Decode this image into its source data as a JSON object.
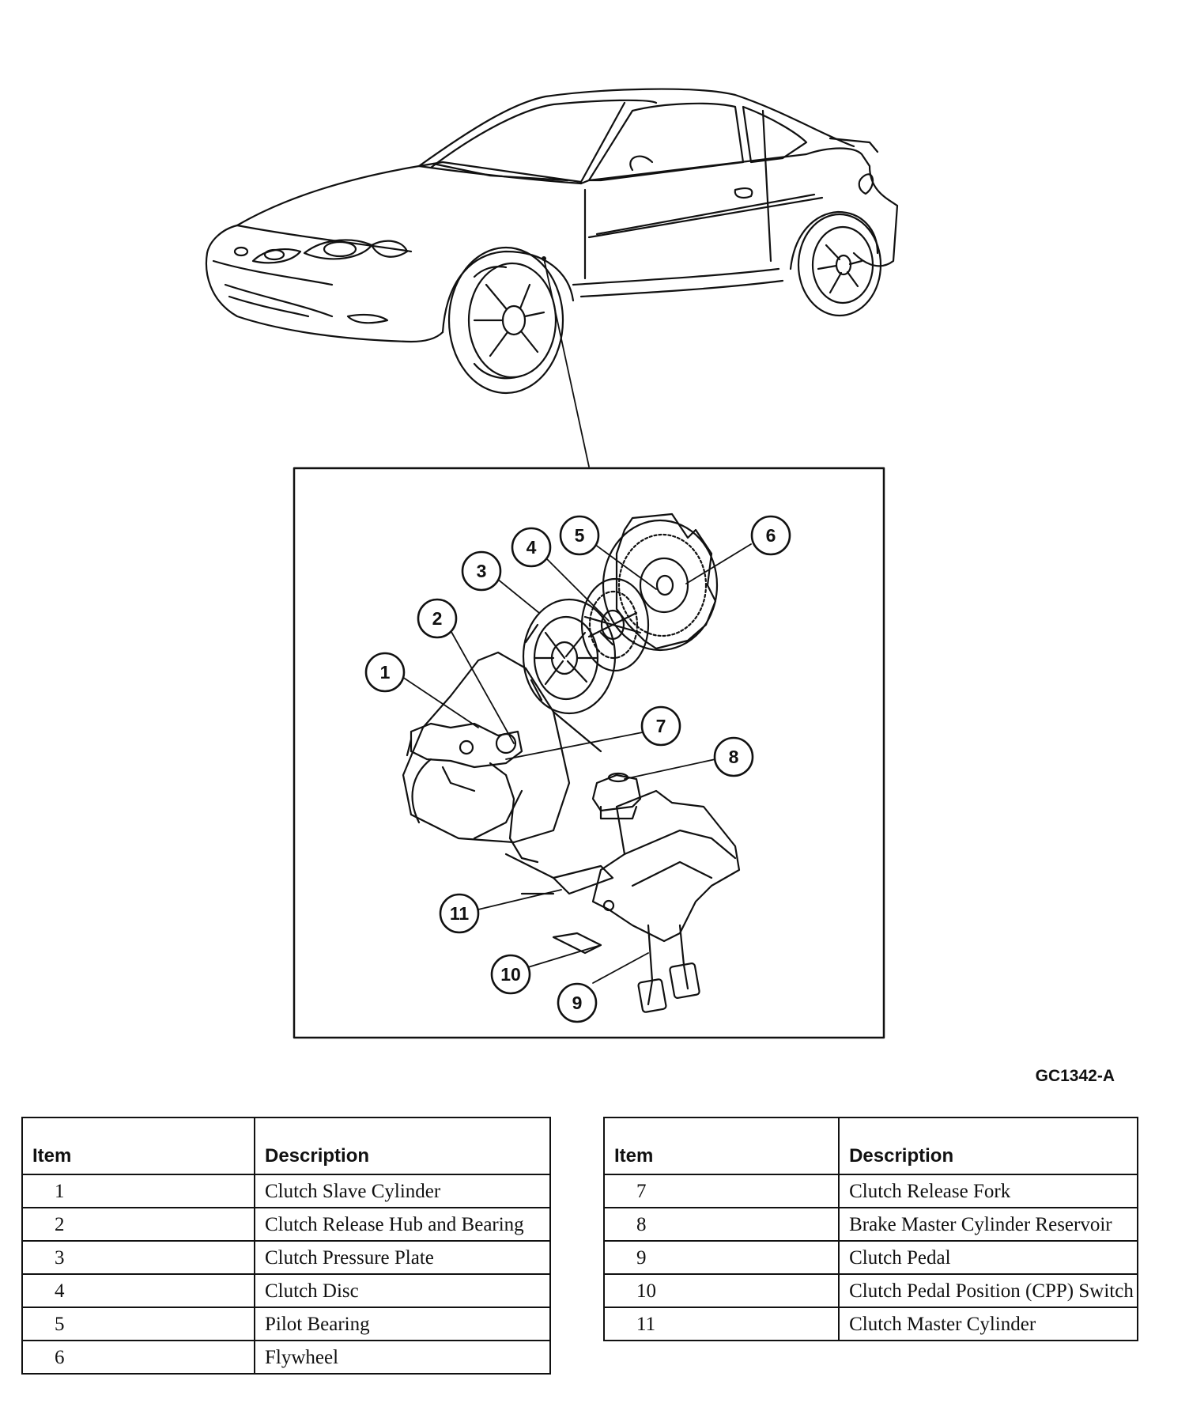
{
  "figure_code": "GC1342-A",
  "callouts": [
    "1",
    "2",
    "3",
    "4",
    "5",
    "6",
    "7",
    "8",
    "9",
    "10",
    "11"
  ],
  "legend_left": {
    "header_item": "Item",
    "header_description": "Description",
    "rows": [
      {
        "item": "1",
        "description": "Clutch Slave Cylinder"
      },
      {
        "item": "2",
        "description": "Clutch Release Hub and Bearing"
      },
      {
        "item": "3",
        "description": "Clutch Pressure Plate"
      },
      {
        "item": "4",
        "description": "Clutch Disc"
      },
      {
        "item": "5",
        "description": "Pilot Bearing"
      },
      {
        "item": "6",
        "description": "Flywheel"
      }
    ]
  },
  "legend_right": {
    "header_item": "Item",
    "header_description": "Description",
    "rows": [
      {
        "item": "7",
        "description": "Clutch Release Fork"
      },
      {
        "item": "8",
        "description": "Brake Master Cylinder Reservoir"
      },
      {
        "item": "9",
        "description": "Clutch Pedal"
      },
      {
        "item": "10",
        "description": "Clutch Pedal Position (CPP) Switch"
      },
      {
        "item": "11",
        "description": "Clutch Master Cylinder"
      }
    ]
  }
}
